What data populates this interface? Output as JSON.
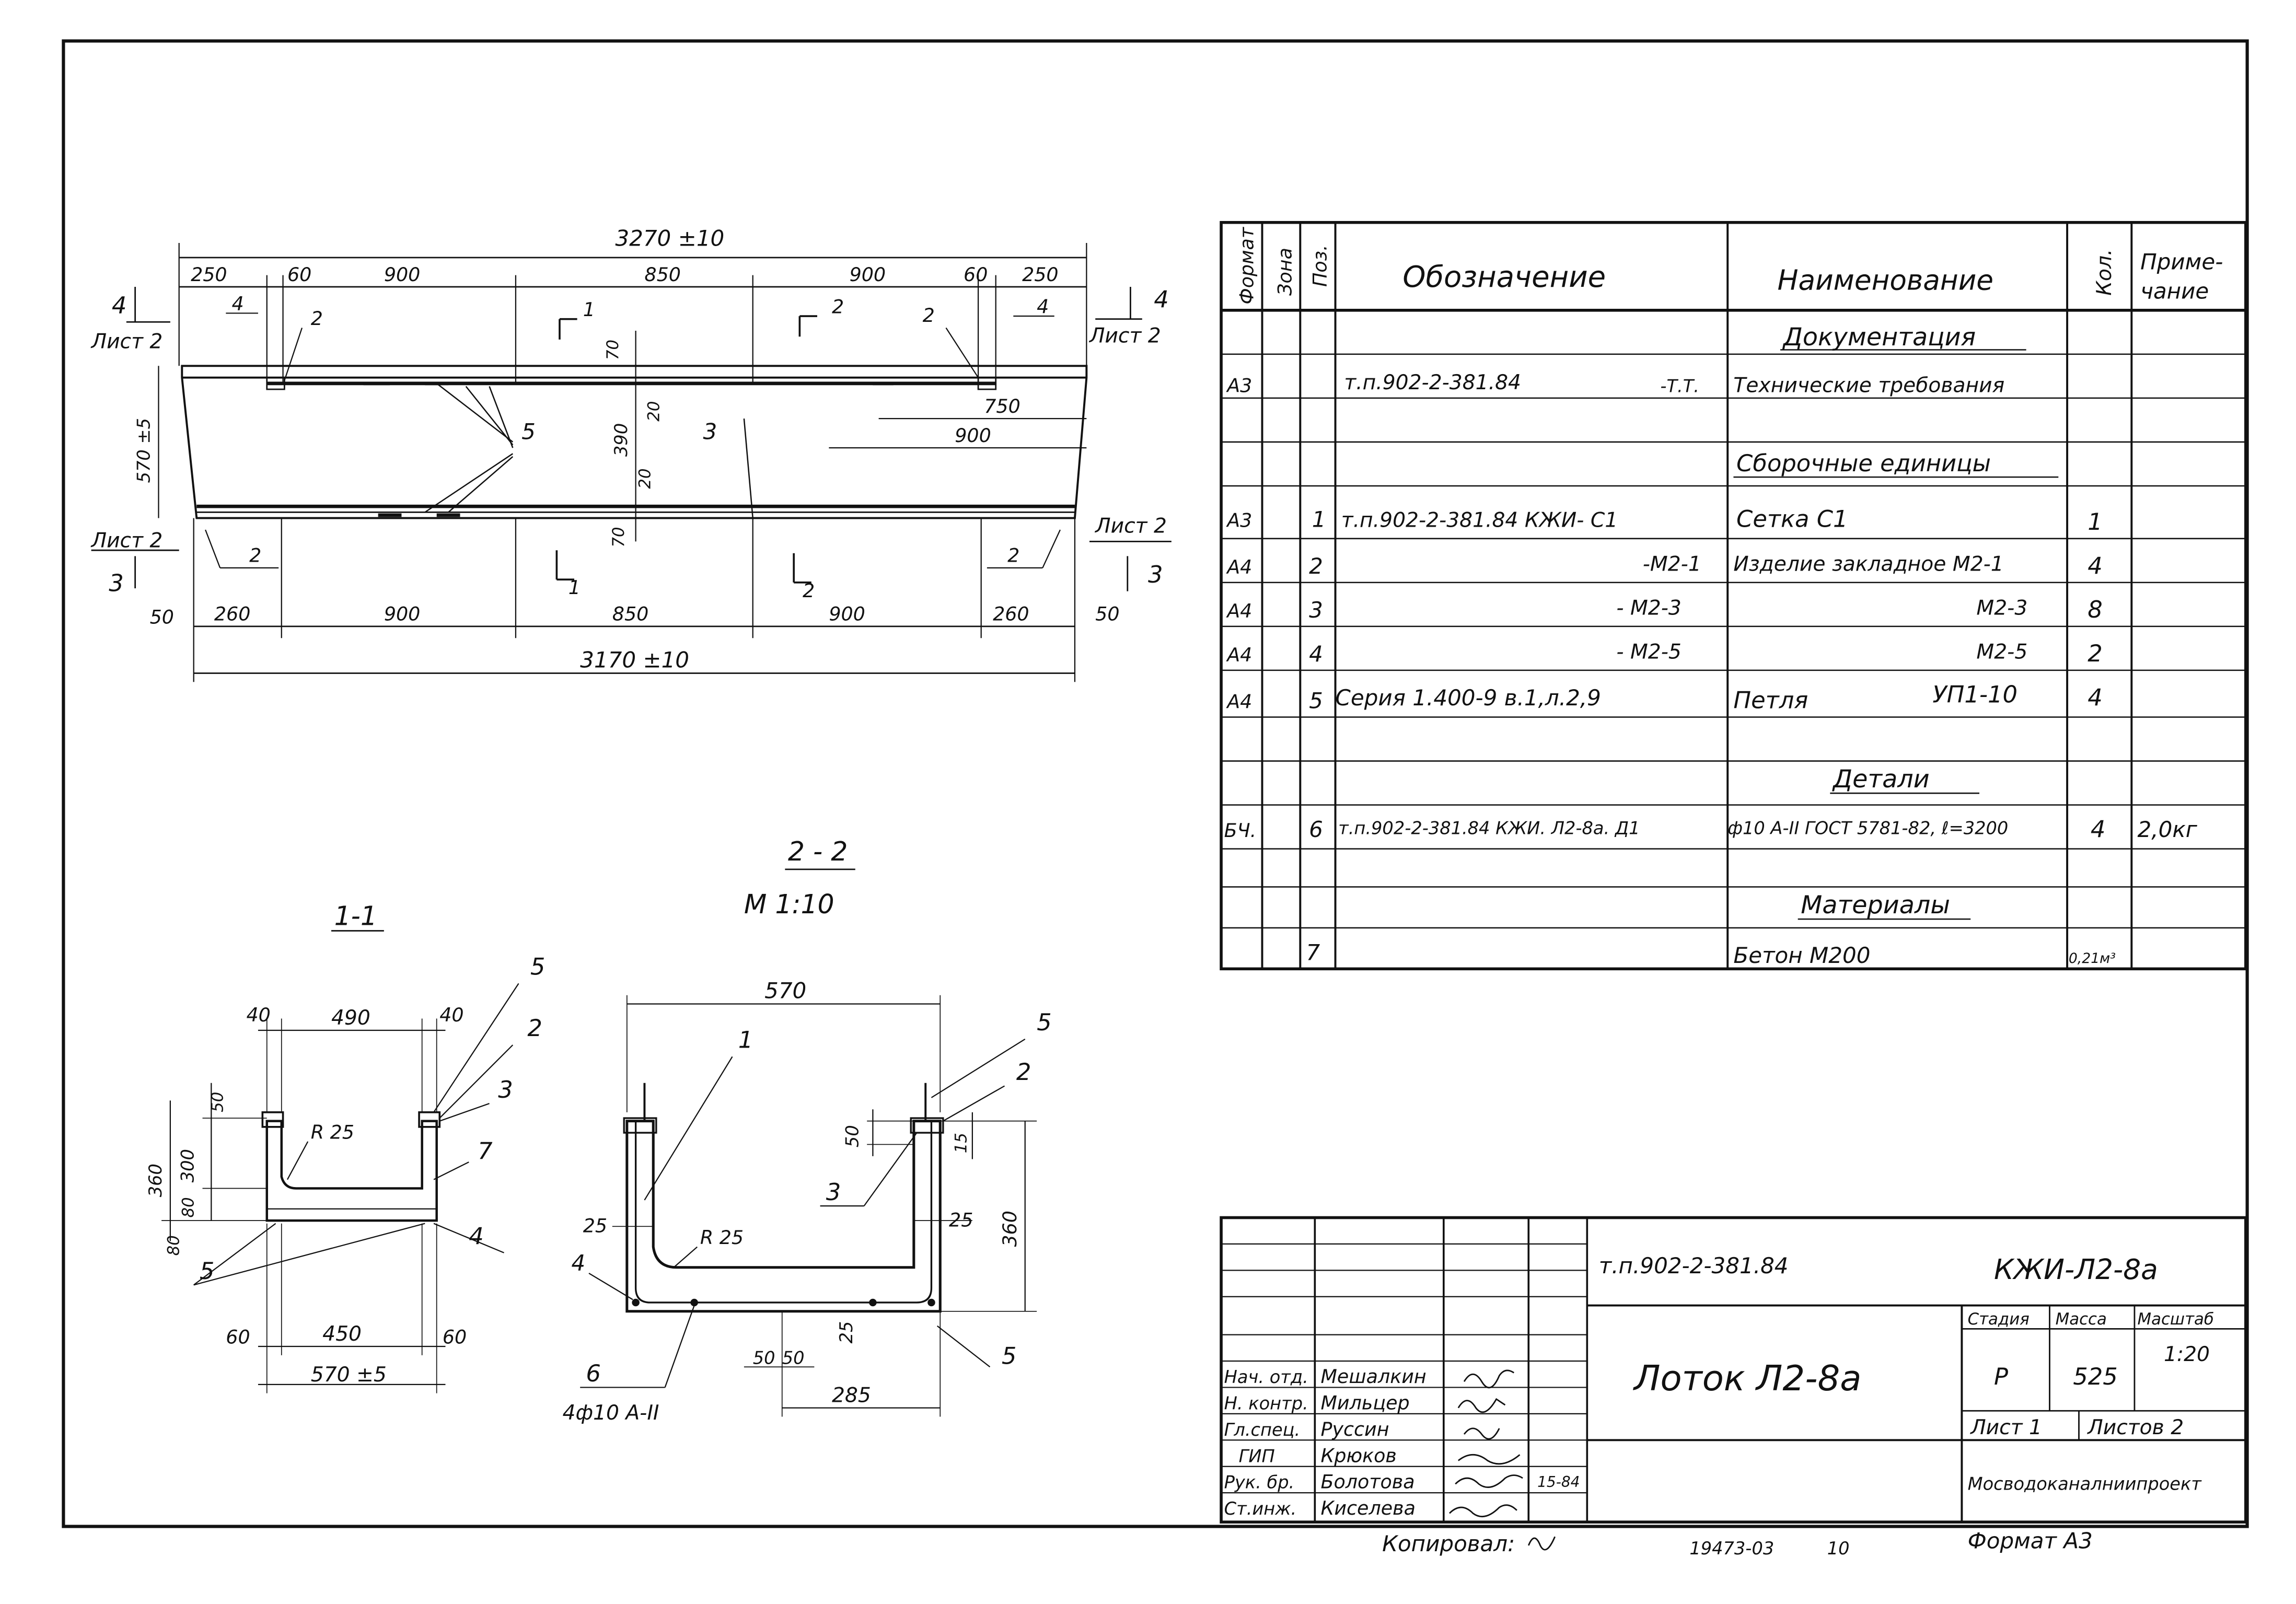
{
  "plan": {
    "overall_top": "3270 ±10",
    "overall_bottom": "3170 ±10",
    "top_segments": [
      "250",
      "60",
      "900",
      "850",
      "900",
      "60",
      "250"
    ],
    "bottom_segments": [
      "260",
      "900",
      "850",
      "900",
      "260"
    ],
    "end_50_left": "50",
    "end_50_right": "50",
    "width_left": "570 ±5",
    "dim_70_a": "70",
    "dim_20_a": "20",
    "dim_390": "390",
    "dim_20_b": "20",
    "dim_70_b": "70",
    "dim_750": "750",
    "dim_900": "900",
    "sheet_left_top": "Лист 2",
    "sheet_right_top": "Лист 2",
    "sheet_left_bottom": "Лист 2",
    "sheet_right_bottom": "Лист 2",
    "section_4_left": "4",
    "section_4_right": "4",
    "section_3_left": "3",
    "section_3_right": "3",
    "cut_1_top": "1",
    "cut_1_bottom": "1",
    "cut_2_top": "2",
    "cut_2_bottom": "2",
    "leaders": {
      "p4_left": "4",
      "p2_left": "2",
      "p2_mid": "2",
      "p4_right": "4",
      "p5": "5",
      "p3": "3",
      "p2_bl": "2",
      "p2_br": "2"
    }
  },
  "section_1_1": {
    "title": "1-1",
    "dims": {
      "d40a": "40",
      "d490": "490",
      "d40b": "40",
      "d50": "50",
      "d300": "300",
      "d360": "360",
      "d80a": "80",
      "d80b": "80",
      "d60a": "60",
      "d450": "450",
      "d60b": "60",
      "width": "570 ±5",
      "radius": "R 25"
    },
    "leaders": {
      "p5a": "5",
      "p2": "2",
      "p3": "3",
      "p7": "7",
      "p4": "4",
      "p5b": "5"
    }
  },
  "section_2_2": {
    "title": "2 - 2",
    "scale": "М 1:10",
    "dims": {
      "width": "570",
      "d50": "50",
      "d15": "15",
      "d25a": "25",
      "d25b": "25",
      "d360": "360",
      "radius": "R 25",
      "d50a": "50",
      "d50b": "50",
      "d25c": "25",
      "d285": "285"
    },
    "leaders": {
      "p1": "1",
      "p5a": "5",
      "p2": "2",
      "p3": "3",
      "p4": "4",
      "p5b": "5",
      "p6": "6",
      "p6_rebar": "4ф10 А-II"
    }
  },
  "spec_table": {
    "headers": {
      "format": "Формат",
      "zone": "Зона",
      "pos": "Поз.",
      "designation": "Обозначение",
      "name": "Наименование",
      "qty": "Кол.",
      "note": "Приме-чание"
    },
    "header_note_l1": "Приме-",
    "header_note_l2": "чание",
    "section_doc": "Документация",
    "row_tt": {
      "format": "А3",
      "designation": "т.п.902-2-381.84",
      "suffix": "-Т.Т.",
      "name": "Технические требования"
    },
    "section_asm": "Сборочные единицы",
    "rows": [
      {
        "format": "А3",
        "pos": "1",
        "designation": "т.п.902-2-381.84  КЖИ- С1",
        "name": "Сетка С1",
        "qty": "1",
        "note": ""
      },
      {
        "format": "А4",
        "pos": "2",
        "designation": "-М2-1",
        "name": "Изделие закладное М2-1",
        "qty": "4",
        "note": ""
      },
      {
        "format": "А4",
        "pos": "3",
        "designation": "- М2-3",
        "name": "М2-3",
        "qty": "8",
        "note": ""
      },
      {
        "format": "А4",
        "pos": "4",
        "designation": "- М2-5",
        "name": "М2-5",
        "qty": "2",
        "note": ""
      },
      {
        "format": "А4",
        "pos": "5",
        "designation": "Серия 1.400-9  в.1,л.2,9",
        "name": "Петля",
        "name2": "УП1-10",
        "qty": "4",
        "note": ""
      }
    ],
    "section_details": "Детали",
    "row_detail": {
      "format": "БЧ.",
      "pos": "6",
      "designation": "т.п.902-2-381.84  КЖИ. Л2-8а. Д1",
      "name": "ф10 А-II ГОСТ 5781-82, ℓ=3200",
      "qty": "4",
      "note": "2,0кг"
    },
    "section_materials": "Материалы",
    "row_material": {
      "pos": "7",
      "name": "Бетон М200",
      "qty": "0,21м³"
    }
  },
  "title_block": {
    "doc_number": "т.п.902-2-381.84",
    "mark": "КЖИ-Л2-8а",
    "product_name": "Лоток Л2-8а",
    "stage_label": "Стадия",
    "mass_label": "Масса",
    "scale_label": "Масштаб",
    "stage": "Р",
    "mass": "525",
    "scale": "1:20",
    "sheet": "Лист 1",
    "sheets": "Листов 2",
    "org": "Мосводоканалниипроект",
    "people": [
      {
        "role": "Нач. отд.",
        "name": "Мешалкин"
      },
      {
        "role": "Н. контр.",
        "name": "Мильцер"
      },
      {
        "role": "Гл.спец.",
        "name": "Руссин"
      },
      {
        "role": "ГИП",
        "name": "Крюков"
      },
      {
        "role": "Рук. бр.",
        "name": "Болотова"
      },
      {
        "role": "Ст.инж.",
        "name": "Киселева"
      }
    ],
    "date_mark": "15-84"
  },
  "footer": {
    "copied": "Копировал:",
    "inventory": "19473-03",
    "page": "10",
    "format": "Формат А3"
  }
}
